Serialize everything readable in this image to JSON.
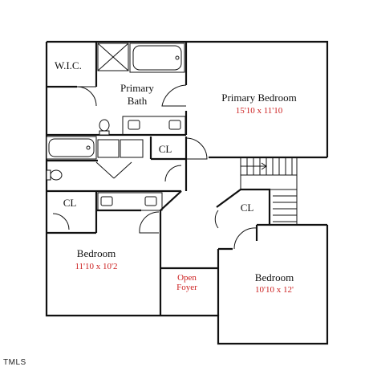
{
  "rooms": {
    "wic": {
      "label": "W.I.C."
    },
    "primary_bath": {
      "line1": "Primary",
      "line2": "Bath"
    },
    "primary_bedroom": {
      "label": "Primary Bedroom",
      "dimensions": "15'10 x 11'10"
    },
    "closet_primary": {
      "label": "CL"
    },
    "closet_left": {
      "label": "CL"
    },
    "closet_hall": {
      "label": "CL"
    },
    "bedroom_left": {
      "label": "Bedroom",
      "dimensions": "11'10 x 10'2"
    },
    "bedroom_right": {
      "label": "Bedroom",
      "dimensions": "10'10 x 12'"
    },
    "open_foyer": {
      "line1": "Open",
      "line2": "Foyer"
    }
  },
  "watermark": {
    "text": "TMLS"
  },
  "colors": {
    "dimension_text": "#cc1f1f",
    "walls": "#111111"
  }
}
